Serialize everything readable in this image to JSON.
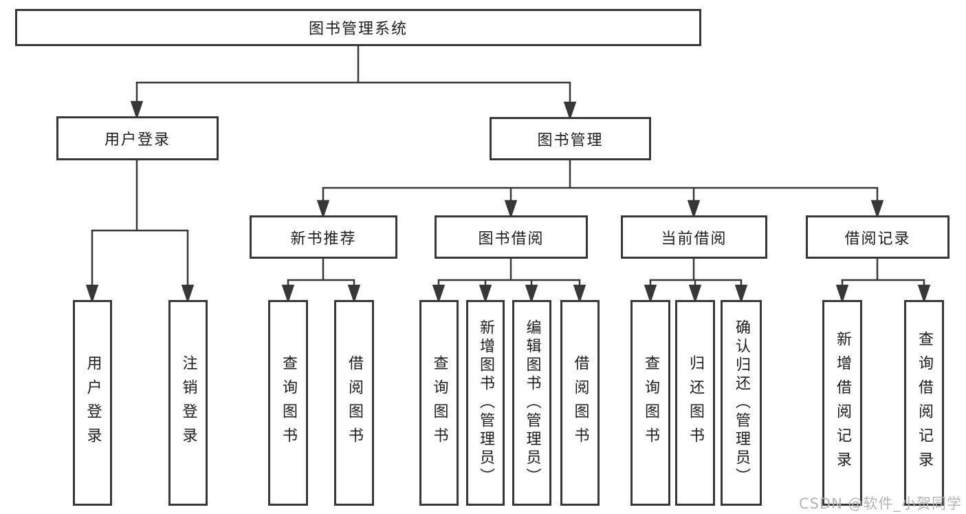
{
  "diagram": {
    "root": {
      "label": "图书管理系统"
    },
    "level2": [
      {
        "label": "用户登录"
      },
      {
        "label": "图书管理"
      }
    ],
    "level3": [
      {
        "label": "新书推荐"
      },
      {
        "label": "图书借阅"
      },
      {
        "label": "当前借阅"
      },
      {
        "label": "借阅记录"
      }
    ],
    "leaves": {
      "user_login": [
        {
          "label": "用户登录"
        },
        {
          "label": "注销登录"
        }
      ],
      "new_book": [
        {
          "label": "查询图书"
        },
        {
          "label": "借阅图书"
        }
      ],
      "book_borrow": [
        {
          "label": "查询图书"
        },
        {
          "label": "新增图书（管理员）"
        },
        {
          "label": "编辑图书（管理员）"
        },
        {
          "label": "借阅图书"
        }
      ],
      "current_borrow": [
        {
          "label": "查询图书"
        },
        {
          "label": "归还图书"
        },
        {
          "label": "确认归还（管理员）"
        }
      ],
      "borrow_record": [
        {
          "label": "新增借阅记录"
        },
        {
          "label": "查询借阅记录"
        }
      ]
    },
    "colors": {
      "line": "#373737",
      "text": "#1d1d1d",
      "watermark": "#b4b4b4"
    }
  },
  "watermark": {
    "text": "CSDN @软件_小贺同学"
  }
}
